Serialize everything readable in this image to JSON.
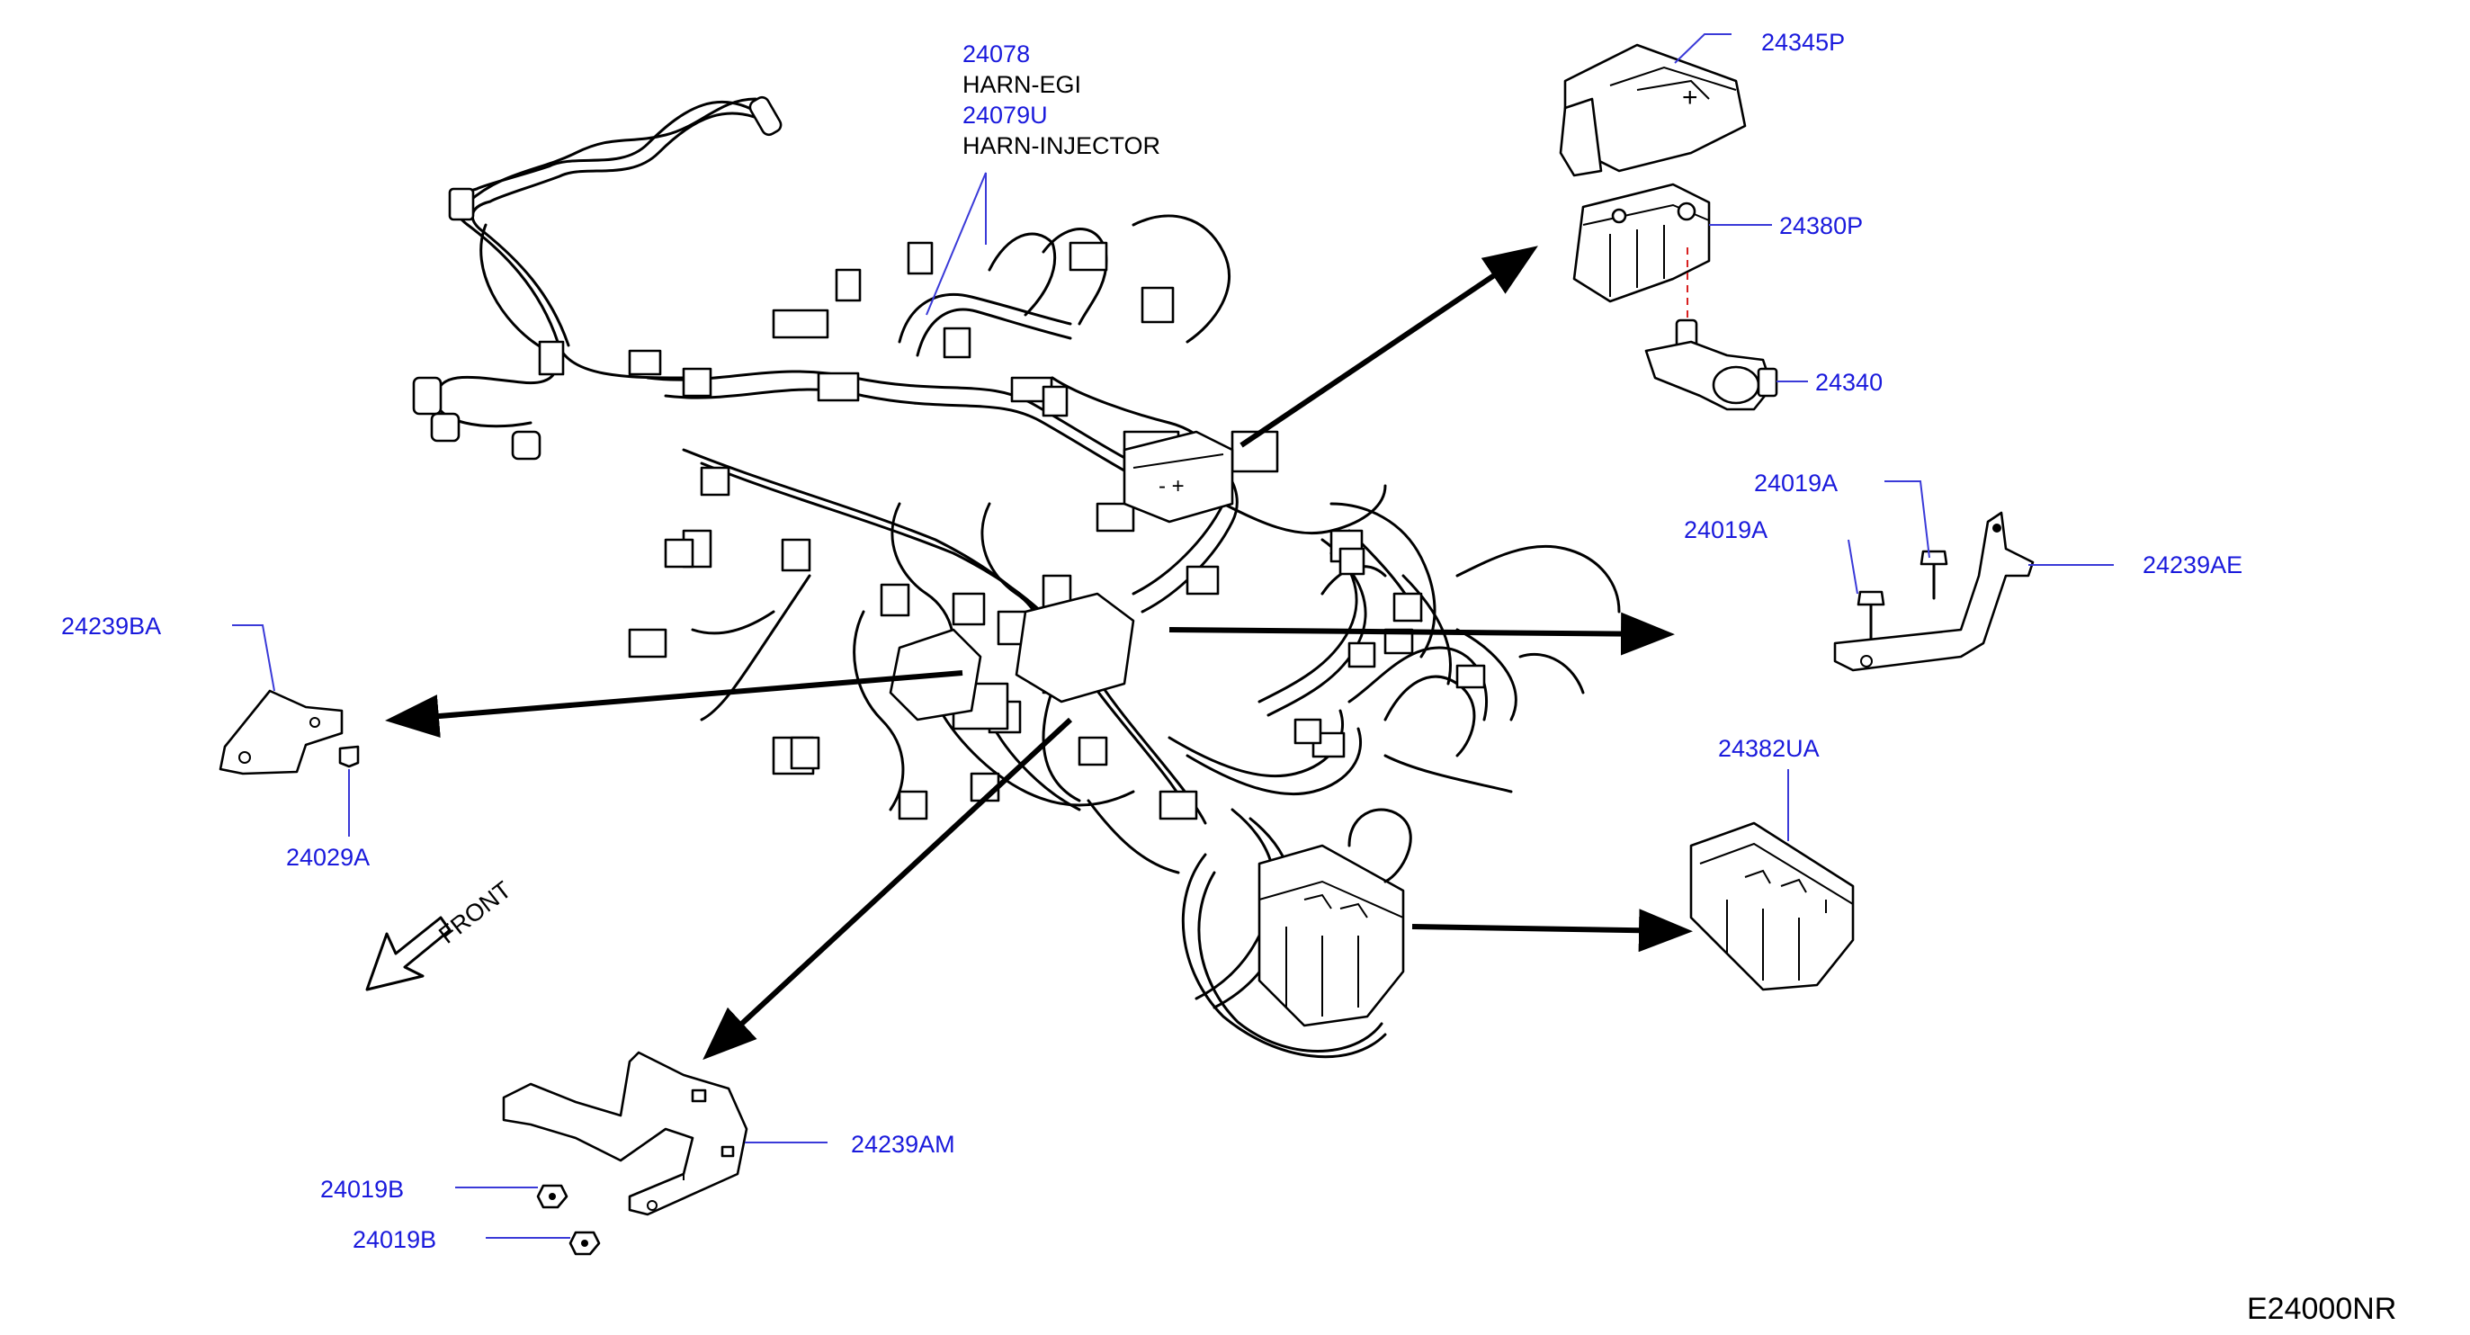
{
  "labels": {
    "harn_egi_no": "24078",
    "harn_egi_name": "HARN-EGI",
    "harn_injector_no": "24079U",
    "harn_injector_name": "HARN-INJECTOR",
    "cover_no": "24345P",
    "fusible_link_no": "24380P",
    "terminal_no": "24340",
    "bolt_a1_no": "24019A",
    "bolt_a2_no": "24019A",
    "bracket_ae_no": "24239AE",
    "bracket_ba_no": "24239BA",
    "clip_no": "24029A",
    "relay_cover_no": "24382UA",
    "bracket_am_no": "24239AM",
    "nut_b1_no": "24019B",
    "nut_b2_no": "24019B",
    "front_label": "FRONT",
    "diagram_ref": "E24000NR"
  },
  "colors": {
    "part_number": "#1a1adc",
    "text": "#000000",
    "leader": "#3a3ad8"
  }
}
